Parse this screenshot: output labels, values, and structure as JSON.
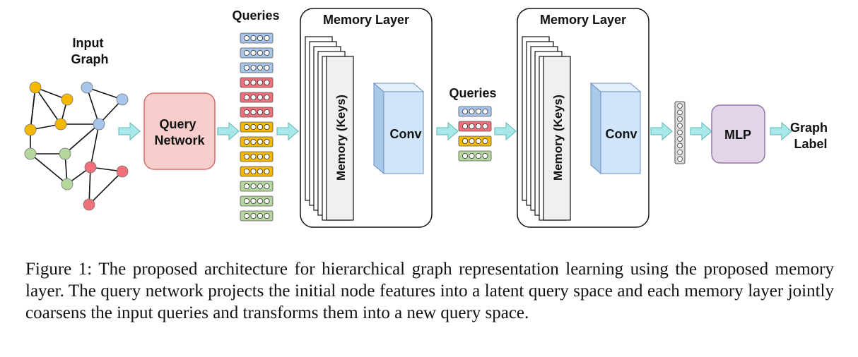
{
  "figure": {
    "input_graph_label": [
      "Input",
      "Graph"
    ],
    "query_network_label": [
      "Query",
      "Network"
    ],
    "queries_label_1": "Queries",
    "queries_label_2": "Queries",
    "memory_layer_1": {
      "title": "Memory Layer",
      "keys_label": "Memory (Keys)",
      "conv_label": "Conv"
    },
    "memory_layer_2": {
      "title": "Memory Layer",
      "keys_label": "Memory (Keys)",
      "conv_label": "Conv"
    },
    "mlp_label": "MLP",
    "output_label": [
      "Graph",
      "Label"
    ],
    "colors": {
      "yellow": "#f5b800",
      "blue": "#a7c4ea",
      "green": "#b5d79e",
      "red": "#ef6f7a",
      "query_net_fill": "#f8cecc",
      "query_net_stroke": "#d46a6a",
      "mlp_fill": "#e1d5e7",
      "mlp_stroke": "#9673a6",
      "conv_fill": "#cfe5fb",
      "arrow": "#a8e8e8"
    }
  },
  "caption": "Figure 1: The proposed architecture for hierarchical graph representation learning using the proposed memory layer. The query network projects the initial node features into a latent query space and each memory layer jointly coarsens the input queries and transforms them into a new query space."
}
